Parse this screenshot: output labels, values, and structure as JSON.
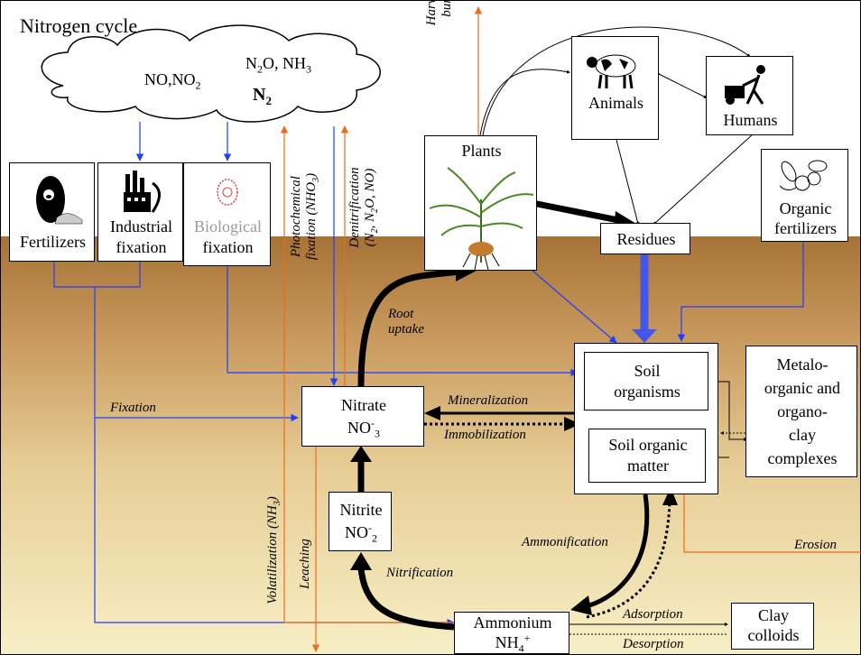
{
  "title": "Nitrogen cycle",
  "colors": {
    "sky": "#ffffff",
    "soil_top": "#a77336",
    "soil_bottom": "#f8efc6",
    "blue": "#1f3dff",
    "orange": "#f06a1a",
    "black": "#000000"
  },
  "cloud": {
    "gases_left": "NO,NO",
    "gases_left_sub": "2",
    "gases_right_a": "N",
    "gases_right_a_sub": "2",
    "gases_right_b": "O, NH",
    "gases_right_b_sub": "3",
    "n2": "N",
    "n2_sub": "2"
  },
  "sources": {
    "fertilizers": "Fertilizers",
    "industrial_1": "Industrial",
    "industrial_2": "fixation",
    "biological_1": "Biological",
    "biological_2": "fixation"
  },
  "nodes": {
    "plants": "Plants",
    "animals": "Animals",
    "humans": "Humans",
    "residues": "Residues",
    "organic_fert_1": "Organic",
    "organic_fert_2": "fertilizers",
    "soil_org_1": "Soil",
    "soil_org_2": "organisms",
    "som_1": "Soil organic",
    "som_2": "matter",
    "metalo_1": "Metalo-",
    "metalo_2": "organic and",
    "metalo_3": "organo-",
    "metalo_4": "clay",
    "metalo_5": "complexes",
    "nitrate_1": "Nitrate",
    "nitrate_2a": "NO",
    "nitrate_2_sup": "-",
    "nitrate_2_sub": "3",
    "nitrite_1": "Nitrite",
    "nitrite_2a": "NO",
    "nitrite_2_sup": "-",
    "nitrite_2_sub": "2",
    "ammonium_1": "Ammonium",
    "ammonium_2a": "NH",
    "ammonium_2_sub": "4",
    "ammonium_2_sup": "+",
    "clay_1": "Clay",
    "clay_2": "colloids"
  },
  "processes": {
    "harvesting_1": "Harvesting",
    "harvesting_2": "burning",
    "photochem_1": "Photochemical",
    "photochem_2a": "fixation (NHO",
    "photochem_2_sub": "3",
    "photochem_2b": ")",
    "denit_1": "Denitrification",
    "denit_2a": "(N",
    "denit_2_sub1": "2",
    "denit_2b": ", N",
    "denit_2_sub2": "2",
    "denit_2c": "O, NO)",
    "root_1": "Root",
    "root_2": "uptake",
    "fixation": "Fixation",
    "mineralization": "Mineralization",
    "immobilization": "Immobilization",
    "volatilization_a": "Volatilization (NH",
    "volatilization_sub": "3",
    "volatilization_b": ")",
    "leaching": "Leaching",
    "nitrification": "Nitrification",
    "ammonification": "Ammonification",
    "erosion": "Erosion",
    "adsorption": "Adsorption",
    "desorption": "Desorption"
  },
  "icons": [
    "fertilizer-bag-icon",
    "factory-icon",
    "bacteria-icon",
    "plant-icon",
    "cow-icon",
    "farmer-icon",
    "fruit-icon"
  ]
}
